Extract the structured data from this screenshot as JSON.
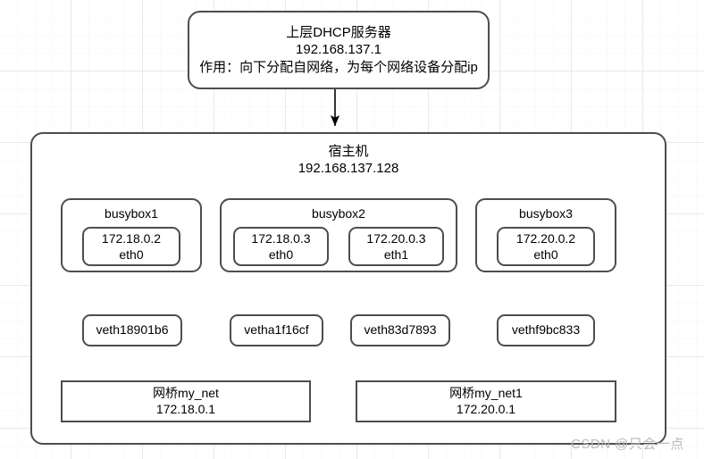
{
  "diagram": {
    "title_watermark": "CSDN @只会一点",
    "upstream_dhcp": {
      "title": "上层DHCP服务器",
      "ip": "192.168.137.1",
      "description": "作用：向下分配自网络，为每个网络设备分配ip"
    },
    "host": {
      "title": "宿主机",
      "ip": "192.168.137.128"
    },
    "containers": [
      {
        "name": "busybox1",
        "interfaces": [
          {
            "ip": "172.18.0.2",
            "iface": "eth0"
          }
        ]
      },
      {
        "name": "busybox2",
        "interfaces": [
          {
            "ip": "172.18.0.3",
            "iface": "eth0"
          },
          {
            "ip": "172.20.0.3",
            "iface": "eth1"
          }
        ]
      },
      {
        "name": "busybox3",
        "interfaces": [
          {
            "ip": "172.20.0.2",
            "iface": "eth0"
          }
        ]
      }
    ],
    "veths": [
      {
        "name": "veth18901b6"
      },
      {
        "name": "vetha1f16cf"
      },
      {
        "name": "veth83d7893"
      },
      {
        "name": "vethf9bc833"
      }
    ],
    "bridges": [
      {
        "name": "网桥my_net",
        "ip": "172.18.0.1"
      },
      {
        "name": "网桥my_net1",
        "ip": "172.20.0.1"
      }
    ],
    "colors": {
      "stroke": "#4d4d4d",
      "arrow": "#000000",
      "background": "#ffffff",
      "grid_major": "#e9e9e9",
      "grid_minor": "#fafafa",
      "watermark": "#b9b9b9"
    }
  }
}
